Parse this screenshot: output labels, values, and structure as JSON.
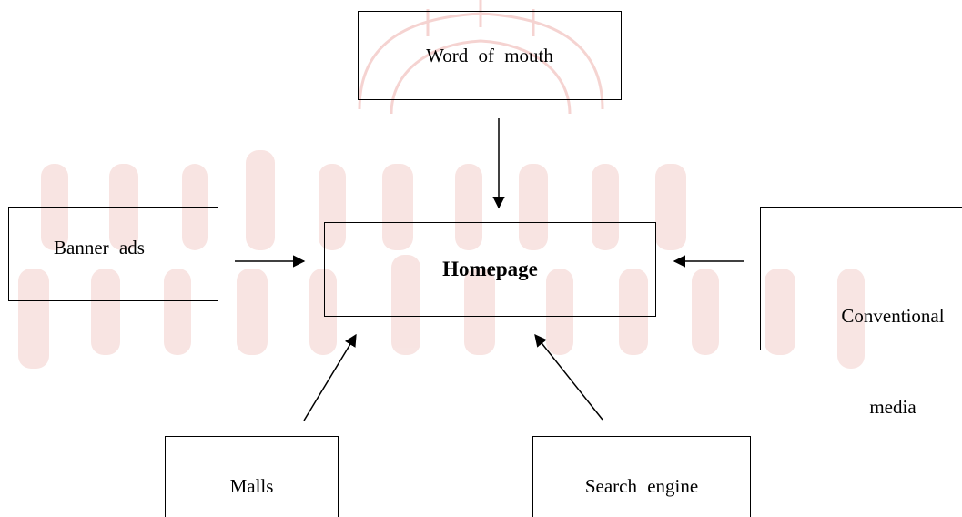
{
  "diagram": {
    "central": {
      "label": "Homepage"
    },
    "sources": [
      {
        "id": "word-of-mouth",
        "label": "Word of mouth"
      },
      {
        "id": "banner-ads",
        "label": "Banner ads"
      },
      {
        "id": "conventional-media",
        "label_lines": [
          "Conventional",
          "media"
        ]
      },
      {
        "id": "malls",
        "label": "Malls"
      },
      {
        "id": "search-engine",
        "label": "Search engine"
      }
    ],
    "edges": [
      {
        "from": "word-of-mouth",
        "to": "homepage"
      },
      {
        "from": "banner-ads",
        "to": "homepage"
      },
      {
        "from": "conventional-media",
        "to": "homepage"
      },
      {
        "from": "malls",
        "to": "homepage"
      },
      {
        "from": "search-engine",
        "to": "homepage"
      }
    ],
    "watermark_color": "#f3c9c6"
  }
}
